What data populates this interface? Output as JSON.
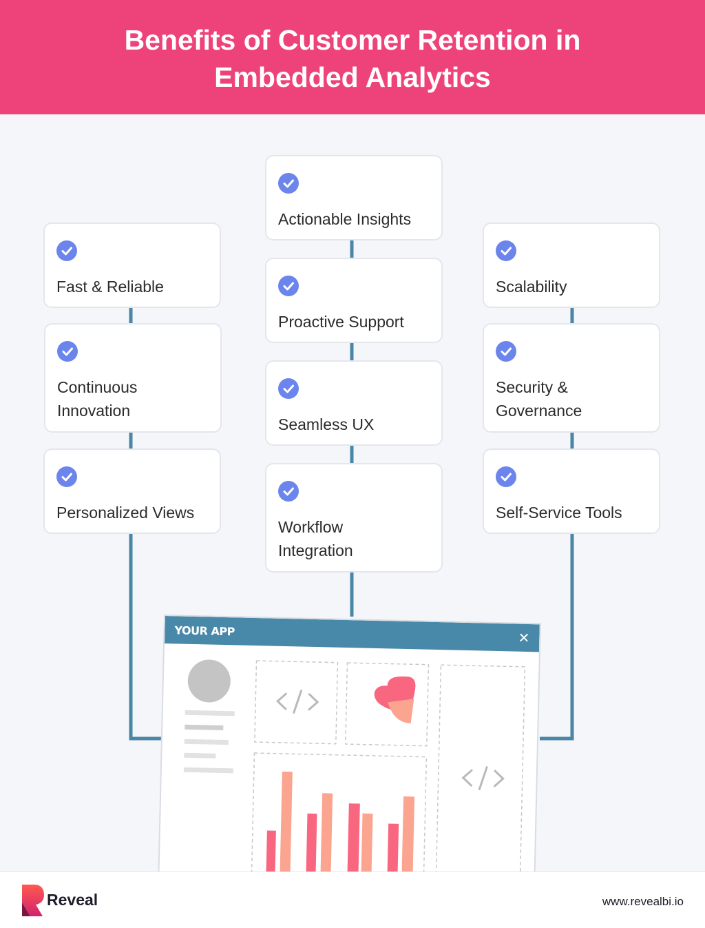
{
  "header": {
    "title_line1": "Benefits of Customer Retention in",
    "title_line2": "Embedded Analytics"
  },
  "cards": {
    "fast_reliable": "Fast & Reliable",
    "continuous_innovation_1": "Continuous",
    "continuous_innovation_2": "Innovation",
    "personalized_views": "Personalized Views",
    "actionable_insights": "Actionable Insights",
    "proactive_support": "Proactive Support",
    "seamless_ux": "Seamless UX",
    "workflow_integration_1": "Workflow",
    "workflow_integration_2": "Integration",
    "scalability": "Scalability",
    "security_governance_1": "Security &",
    "security_governance_2": "Governance",
    "self_service_tools": "Self-Service Tools"
  },
  "app_window": {
    "title": "YOUR APP",
    "close_symbol": "✕"
  },
  "footer": {
    "brand": "Reveal",
    "website": "www.revealbi.io"
  },
  "colors": {
    "header": "#ee427b",
    "connector": "#4a86a6",
    "check": "#6b85ec",
    "bar_pink": "#f8677f",
    "bar_peach": "#fba48f"
  },
  "icons": [
    "check-icon",
    "close-icon",
    "code-icon",
    "pie-chart-icon",
    "bar-chart-icon",
    "avatar-icon",
    "reveal-logo-icon"
  ]
}
